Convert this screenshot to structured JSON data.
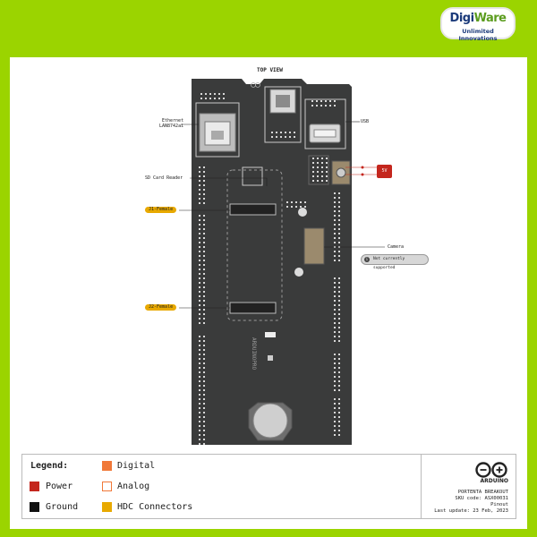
{
  "brand": {
    "logo_part1": "Digi",
    "logo_part2": "Ware",
    "tagline": "Unlimited Innovations"
  },
  "diagram": {
    "title": "TOP VIEW",
    "labels": {
      "ethernet": "Ethernet",
      "ethernet_chip": "LAN8742ai",
      "usb": "USB",
      "sd_card": "SD Card Reader",
      "j1": "J1-Female",
      "j2": "J2-Female",
      "camera": "Camera",
      "not_supported": "Not currently supported",
      "power_badge": "5V",
      "silkscreen": "ARDUINOPRO"
    }
  },
  "legend": {
    "title": "Legend:",
    "items": [
      {
        "label": "Power",
        "color": "#c4261d"
      },
      {
        "label": "Ground",
        "color": "#111111"
      },
      {
        "label": "Digital",
        "color": "#f07838"
      },
      {
        "label": "Analog",
        "color": "#ffffff"
      },
      {
        "label": "HDC Connectors",
        "color": "#e8a900"
      }
    ]
  },
  "info": {
    "brand": "ARDUINO",
    "product": "PORTENTA BREAKOUT",
    "sku": "SKU code: ASX00031",
    "doc": "Pinout",
    "updated": "Last update: 23 Feb, 2023"
  },
  "colors": {
    "background": "#9bd400",
    "board": "#3a3b3b",
    "power": "#c4261d",
    "hdc": "#e8a900"
  }
}
